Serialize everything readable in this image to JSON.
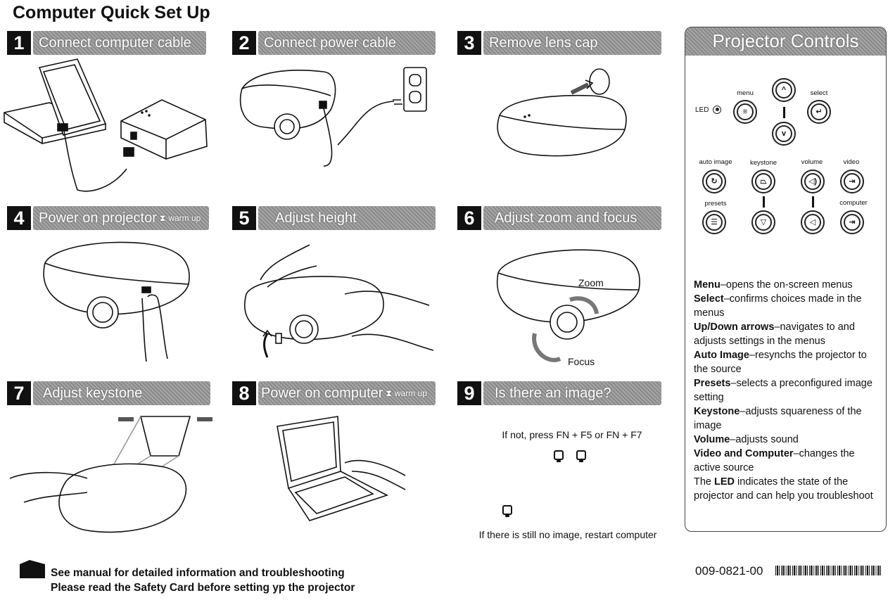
{
  "title": "Computer Quick Set Up",
  "steps": [
    {
      "num": "1",
      "label": "Connect computer cable",
      "tag": ""
    },
    {
      "num": "2",
      "label": "Connect power cable",
      "tag": ""
    },
    {
      "num": "3",
      "label": "Remove lens cap",
      "tag": ""
    },
    {
      "num": "4",
      "label": "Power on projector",
      "tag": "warm up"
    },
    {
      "num": "5",
      "label": "Adjust height",
      "tag": ""
    },
    {
      "num": "6",
      "label": "Adjust zoom and focus",
      "tag": ""
    },
    {
      "num": "7",
      "label": "Adjust keystone",
      "tag": ""
    },
    {
      "num": "8",
      "label": "Power on computer",
      "tag": "warm up"
    },
    {
      "num": "9",
      "label": "Is there an image?",
      "tag": ""
    }
  ],
  "step6": {
    "zoom_label": "Zoom",
    "focus_label": "Focus"
  },
  "step9": {
    "instruction": "If not, press FN + F5 or FN + F7",
    "restart": "If there is still no image, restart computer"
  },
  "controls": {
    "title": "Projector Controls",
    "led": "LED",
    "menu": "menu",
    "select": "select",
    "auto_image": "auto image",
    "keystone": "keystone",
    "volume": "volume",
    "video": "video",
    "presets": "presets",
    "computer": "computer",
    "descriptions": [
      {
        "term": "Menu",
        "text": "–opens the on-screen menus"
      },
      {
        "term": "Select",
        "text": "–confirms choices made in the menus"
      },
      {
        "term": "Up/Down arrows",
        "text": "–navigates to and adjusts settings in the menus"
      },
      {
        "term": "Auto Image",
        "text": "–resynchs the projector to the source"
      },
      {
        "term": "Presets",
        "text": "–selects a preconfigured image setting"
      },
      {
        "term": "Keystone",
        "text": "–adjusts squareness of the image"
      },
      {
        "term": "Volume",
        "text": "–adjusts sound"
      },
      {
        "term": "Video and Computer",
        "text": "–changes the active source"
      }
    ],
    "led_desc_pre": "The ",
    "led_desc_term": "LED",
    "led_desc_post": " indicates the state of the projector and can help you troubleshoot"
  },
  "footer": {
    "line1": "See manual for detailed information and troubleshooting",
    "line2": "Please read the Safety Card before setting yp the projector",
    "part_number": "009-0821-00"
  }
}
